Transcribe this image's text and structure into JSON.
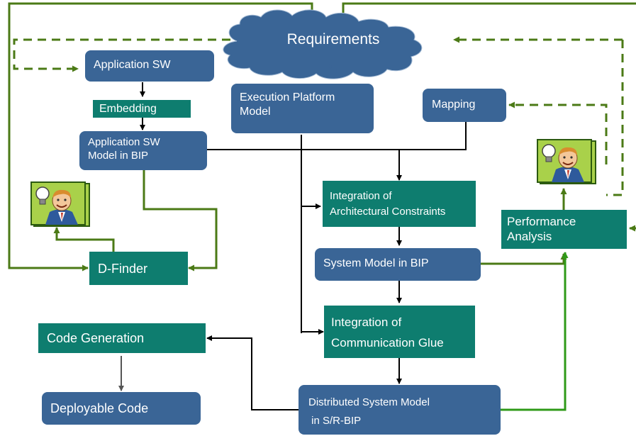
{
  "diagram": {
    "requirements": "Requirements",
    "app_sw": "Application SW",
    "embedding": "Embedding",
    "app_sw_bip_line1": "Application SW",
    "app_sw_bip_line2": "Model in BIP",
    "exec_platform_line1": "Execution Platform",
    "exec_platform_line2": "Model",
    "mapping": "Mapping",
    "integration_arch_line1": "Integration of",
    "integration_arch_line2": "Architectural Constraints",
    "perf_line1": "Performance",
    "perf_line2": "Analysis",
    "dfinder": "D-Finder",
    "system_model": "System Model in BIP",
    "integration_comm_line1": "Integration of",
    "integration_comm_line2": "Communication Glue",
    "code_gen": "Code Generation",
    "deployable": "Deployable Code",
    "distributed_line1": "Distributed System Model",
    "distributed_line2": " in S/R-BIP"
  },
  "colors": {
    "blue_box": "#3a6596",
    "teal_box": "#0e7d6f",
    "green_line": "#4b7a16",
    "bright_green_line": "#2f9a18",
    "black_line": "#000000",
    "person_bg": "#a9d14a"
  },
  "icons": [
    "lightbulb-icon",
    "person-icon"
  ]
}
